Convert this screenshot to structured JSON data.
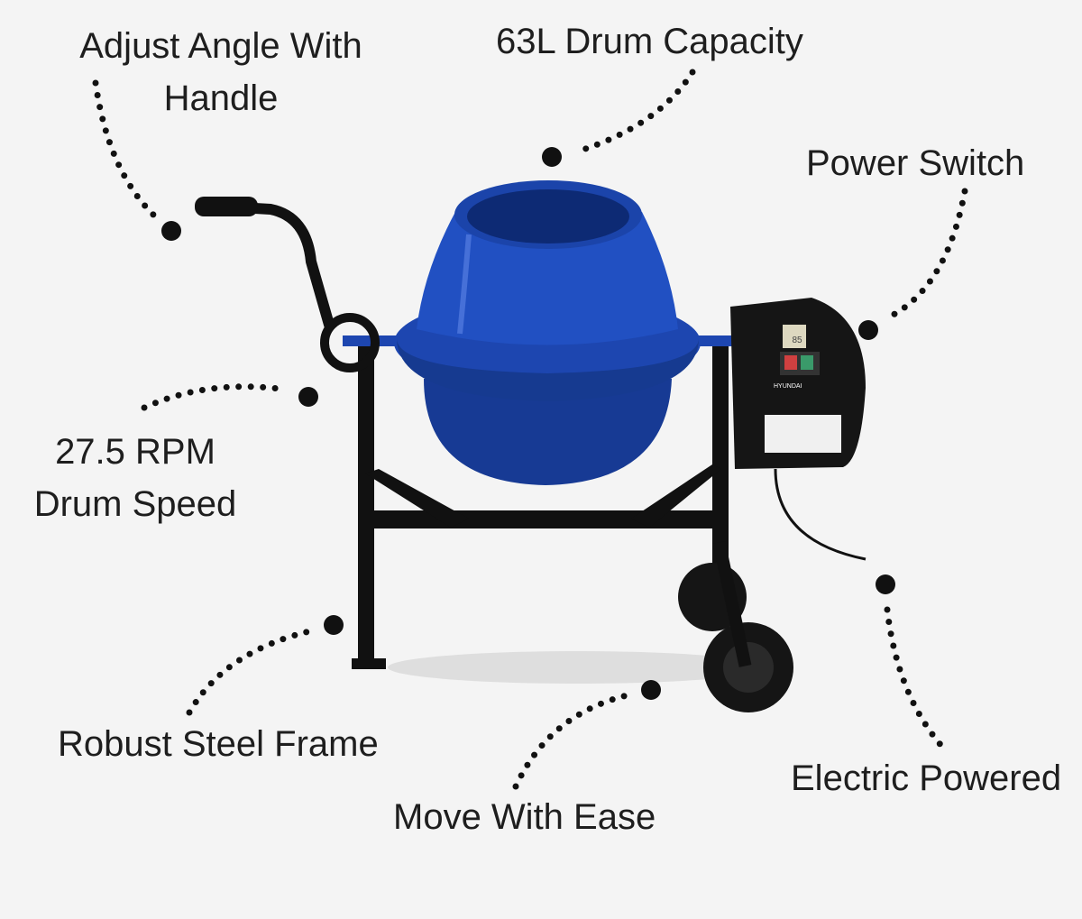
{
  "callouts": {
    "adjust_angle": {
      "line1": "Adjust Angle With",
      "line2": "Handle"
    },
    "drum_capacity": "63L Drum Capacity",
    "power_switch": "Power Switch",
    "drum_speed": {
      "line1": "27.5 RPM",
      "line2": "Drum Speed"
    },
    "steel_frame": "Robust Steel Frame",
    "move_ease": "Move With Ease",
    "electric": "Electric Powered"
  },
  "product": {
    "brand": "HYUNDAI",
    "display_reading": "85"
  },
  "colors": {
    "drum": "#1d46b0",
    "frame": "#111111",
    "background": "#f4f4f4"
  }
}
